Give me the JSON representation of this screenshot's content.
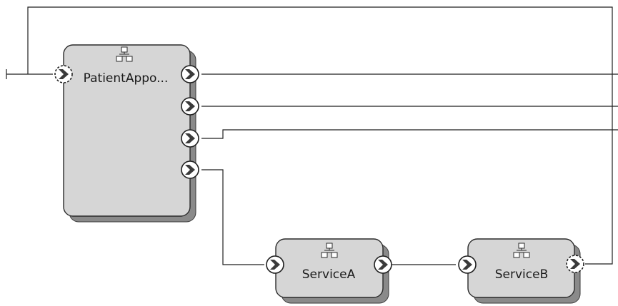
{
  "diagram": {
    "nodes": [
      {
        "id": "patient",
        "label": "PatientAppo...",
        "icon": "hierarchy-icon"
      },
      {
        "id": "serviceA",
        "label": "ServiceA",
        "icon": "hierarchy-icon"
      },
      {
        "id": "serviceB",
        "label": "ServiceB",
        "icon": "hierarchy-icon"
      }
    ],
    "edges": [
      {
        "from": "entry",
        "to": "patient"
      },
      {
        "from": "patient",
        "to": "offscreen-right"
      },
      {
        "from": "patient",
        "to": "offscreen-right"
      },
      {
        "from": "patient",
        "to": "offscreen-right"
      },
      {
        "from": "patient",
        "to": "serviceA"
      },
      {
        "from": "serviceA",
        "to": "serviceB"
      },
      {
        "from": "serviceB",
        "to": "patient"
      }
    ],
    "colors": {
      "node_fill": "#d6d6d6",
      "node_shadow": "#8a8a8a",
      "wire": "#1f1f1f",
      "port_chevron": "#3a3a3a"
    }
  }
}
